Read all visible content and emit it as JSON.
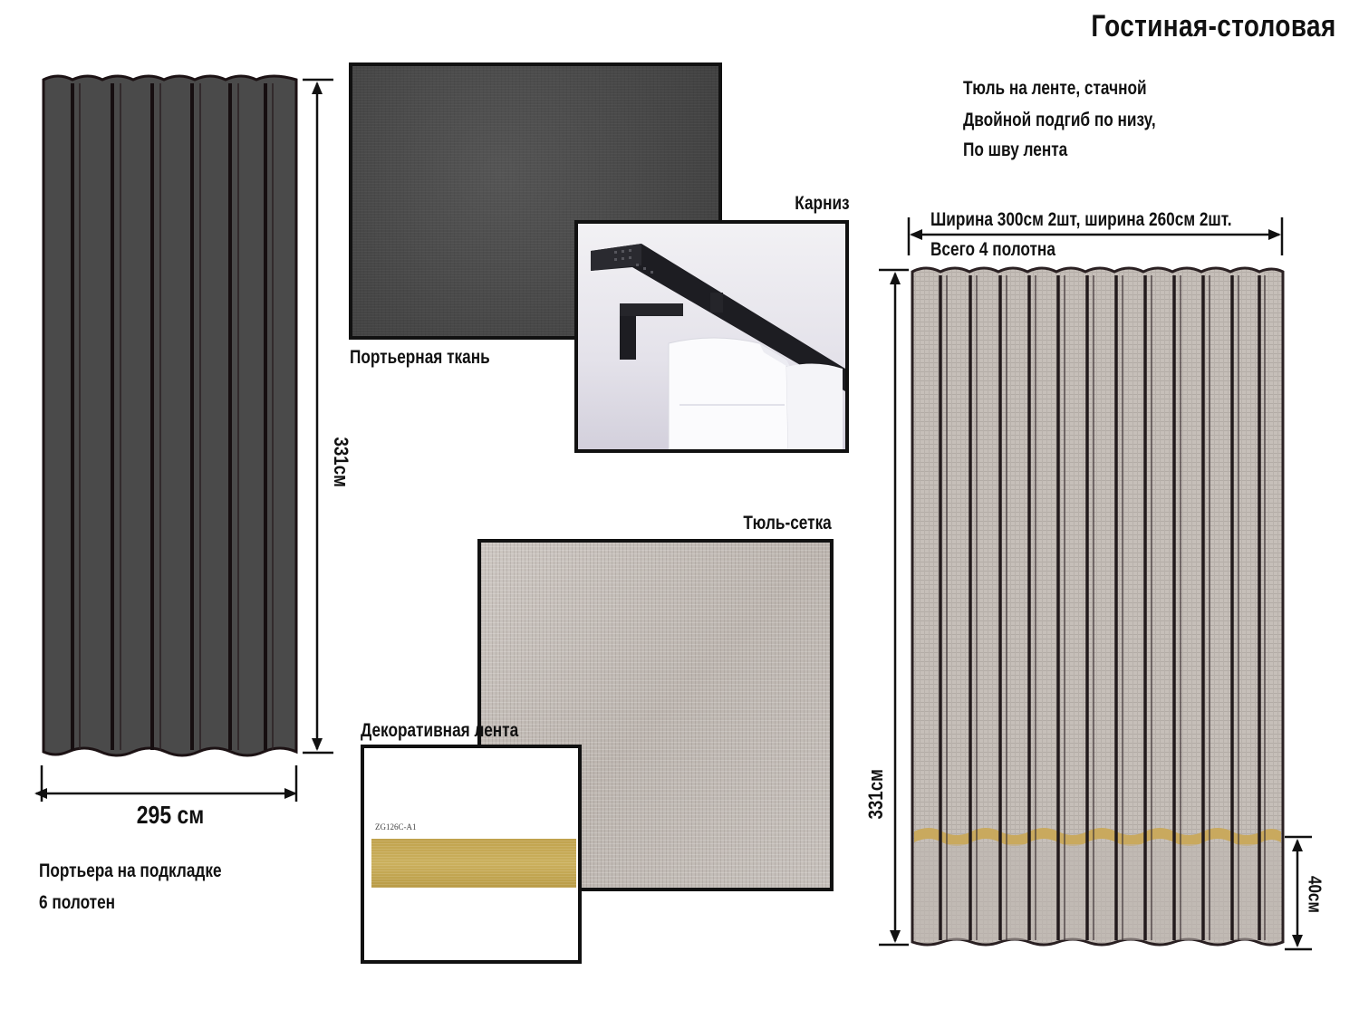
{
  "title": "Гостиная-столовая",
  "left_curtain": {
    "height_label": "331см",
    "width_label": "295 см",
    "caption_line1": "Портьера на подкладке",
    "caption_line2": "6 полотен",
    "fill_color": "#4a4a4a",
    "pleat_color": "#1f1416"
  },
  "swatches": {
    "drape_fabric_label": "Портьерная ткань",
    "rod_label": "Карниз",
    "tulle_label": "Тюль-сетка",
    "tape_label": "Декоративная лента",
    "tape_code": "ZG126C-A1",
    "tape_color": "#c9ad5a"
  },
  "right_curtain": {
    "note_line1": "Тюль на ленте, стачной",
    "note_line2": "Двойной подгиб по низу,",
    "note_line3": "По шву лента",
    "width_label": "Ширина 300см 2шт, ширина 260см 2шт.",
    "panels_label": "Всего 4 полотна",
    "height_label": "331см",
    "hem_label": "40см",
    "fill_color": "#c4bdb7",
    "band_color": "#c9a95e"
  }
}
